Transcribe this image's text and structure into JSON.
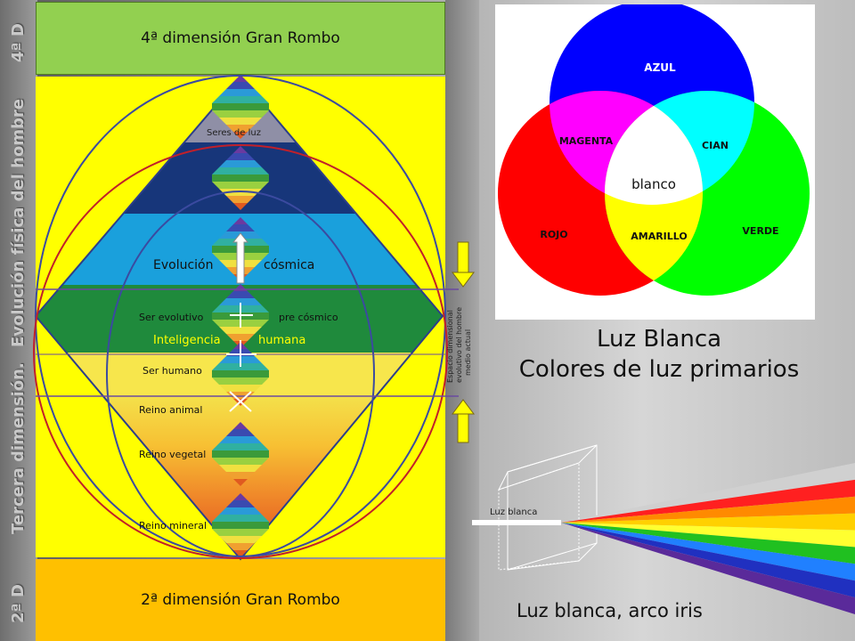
{
  "side_labels": {
    "tercera": "Tercera dimensión.",
    "evolucion": "Evolución física del hombre",
    "cuarta": "4ª D",
    "segunda": "2ª D"
  },
  "top_band": "4ª dimensión Gran Rombo",
  "bottom_band": "2ª dimensión Gran Rombo",
  "rhombus_labels": {
    "seres_de_luz": "Seres de luz",
    "evolucion": "Evolución",
    "cosmica": "cósmica",
    "ser_evolutivo": "Ser evolutivo",
    "pre_cosmico": "pre cósmico",
    "inteligencia": "Inteligencia",
    "humana": "humana",
    "ser_humano": "Ser humano",
    "reino_animal": "Reino animal",
    "reino_vegetal": "Reino vegetal",
    "reino_mineral": "Reino mineral"
  },
  "espacio_label": [
    "Espacio dimensional",
    "evolutivo del hombre",
    "medio actual"
  ],
  "rgb": {
    "azul": "AZUL",
    "magenta": "MAGENTA",
    "cian": "CIAN",
    "blanco": "blanco",
    "rojo": "ROJO",
    "amarillo": "AMARILLO",
    "verde": "VERDE"
  },
  "caption_line1": "Luz Blanca",
  "caption_line2": "Colores de luz primarios",
  "prism_label": "Luz blanca",
  "prism_caption": "Luz blanca, arco iris",
  "colors": {
    "green_band": "#92d050",
    "yellow_band": "#ffff00",
    "orange_band": "#ffc000",
    "azul": "#0000ff",
    "rojo": "#ff0000",
    "verde": "#00ff00"
  }
}
